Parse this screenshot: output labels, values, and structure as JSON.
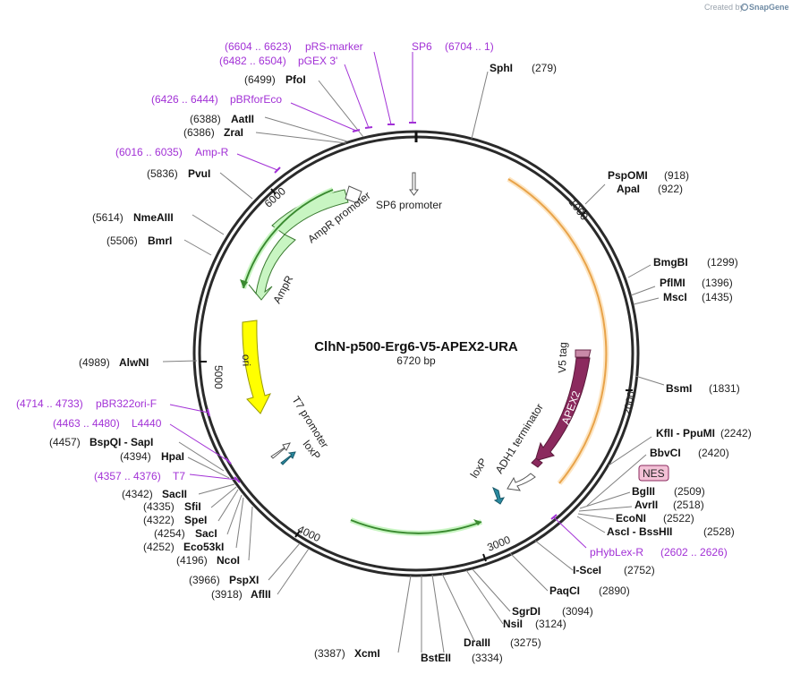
{
  "map": {
    "name": "ClhN-p500-Erg6-V5-APEX2-URA",
    "length_label": "6720 bp",
    "length": 6720
  },
  "credit": {
    "prefix": "Created by",
    "brand": "SnapGene"
  },
  "tick_labels": [
    "1000",
    "2000",
    "3000",
    "4000",
    "5000",
    "6000"
  ],
  "enzymes": [
    {
      "name": "SphI",
      "pos": "(279)",
      "site": 279
    },
    {
      "name": "PspOMI",
      "pos": "(918)",
      "site": 918
    },
    {
      "name": "ApaI",
      "pos": "(922)",
      "site": 922
    },
    {
      "name": "BmgBI",
      "pos": "(1299)",
      "site": 1299
    },
    {
      "name": "PflMI",
      "pos": "(1396)",
      "site": 1396
    },
    {
      "name": "MscI",
      "pos": "(1435)",
      "site": 1435
    },
    {
      "name": "BsmI",
      "pos": "(1831)",
      "site": 1831
    },
    {
      "name": "KflI - PpuMI",
      "pos": "(2242)",
      "site": 2242
    },
    {
      "name": "BbvCI",
      "pos": "(2420)",
      "site": 2420
    },
    {
      "name": "BglII",
      "pos": "(2509)",
      "site": 2509
    },
    {
      "name": "AvrII",
      "pos": "(2518)",
      "site": 2518
    },
    {
      "name": "EcoNI",
      "pos": "(2522)",
      "site": 2522
    },
    {
      "name": "AscI - BssHII",
      "pos": "(2528)",
      "site": 2528
    },
    {
      "name": "I-SceI",
      "pos": "(2752)",
      "site": 2752
    },
    {
      "name": "PaqCI",
      "pos": "(2890)",
      "site": 2890
    },
    {
      "name": "SgrDI",
      "pos": "(3094)",
      "site": 3094
    },
    {
      "name": "NsiI",
      "pos": "(3124)",
      "site": 3124
    },
    {
      "name": "DraIII",
      "pos": "(3275)",
      "site": 3275
    },
    {
      "name": "BstEII",
      "pos": "(3334)",
      "site": 3334
    },
    {
      "name": "XcmI",
      "pos": "(3387)",
      "site": 3387
    },
    {
      "name": "AflII",
      "pos": "(3918)",
      "site": 3918
    },
    {
      "name": "PspXI",
      "pos": "(3966)",
      "site": 3966
    },
    {
      "name": "NcoI",
      "pos": "(4196)",
      "site": 4196
    },
    {
      "name": "Eco53kI",
      "pos": "(4252)",
      "site": 4252
    },
    {
      "name": "SacI",
      "pos": "(4254)",
      "site": 4254
    },
    {
      "name": "SpeI",
      "pos": "(4322)",
      "site": 4322
    },
    {
      "name": "SfiI",
      "pos": "(4335)",
      "site": 4335
    },
    {
      "name": "SacII",
      "pos": "(4342)",
      "site": 4342
    },
    {
      "name": "HpaI",
      "pos": "(4394)",
      "site": 4394
    },
    {
      "name": "BspQI - SapI",
      "pos": "(4457)",
      "site": 4457
    },
    {
      "name": "AlwNI",
      "pos": "(4989)",
      "site": 4989
    },
    {
      "name": "BmrI",
      "pos": "(5506)",
      "site": 5506
    },
    {
      "name": "NmeAIII",
      "pos": "(5614)",
      "site": 5614
    },
    {
      "name": "PvuI",
      "pos": "(5836)",
      "site": 5836
    },
    {
      "name": "ZraI",
      "pos": "(6386)",
      "site": 6386
    },
    {
      "name": "AatII",
      "pos": "(6388)",
      "site": 6388
    },
    {
      "name": "PfoI",
      "pos": "(6499)",
      "site": 6499
    }
  ],
  "primers": [
    {
      "name": "SP6",
      "range": "(6704 .. 1)",
      "start": 6704,
      "end": 1
    },
    {
      "name": "pRS-marker",
      "range": "(6604 .. 6623)",
      "start": 6604,
      "end": 6623
    },
    {
      "name": "pGEX 3'",
      "range": "(6482 .. 6504)",
      "start": 6482,
      "end": 6504
    },
    {
      "name": "pBRforEco",
      "range": "(6426 .. 6444)",
      "start": 6426,
      "end": 6444
    },
    {
      "name": "Amp-R",
      "range": "(6016 .. 6035)",
      "start": 6016,
      "end": 6035
    },
    {
      "name": "pBR322ori-F",
      "range": "(4714 .. 4733)",
      "start": 4714,
      "end": 4733
    },
    {
      "name": "L4440",
      "range": "(4463 .. 4480)",
      "start": 4463,
      "end": 4480
    },
    {
      "name": "T7",
      "range": "(4357 .. 4376)",
      "start": 4357,
      "end": 4376
    },
    {
      "name": "pHybLex-R",
      "range": "(2602 .. 2626)",
      "start": 2602,
      "end": 2626
    }
  ],
  "features": [
    {
      "name": "SP6 promoter",
      "type": "promoter"
    },
    {
      "name": "AmpR promoter",
      "type": "promoter"
    },
    {
      "name": "AmpR",
      "type": "gene"
    },
    {
      "name": "ori",
      "type": "origin"
    },
    {
      "name": "T7 promoter",
      "type": "promoter"
    },
    {
      "name": "loxP",
      "type": "site"
    },
    {
      "name": "loxP",
      "type": "site"
    },
    {
      "name": "ADH1 terminator",
      "type": "terminator"
    },
    {
      "name": "V5 tag",
      "type": "tag"
    },
    {
      "name": "APEX2",
      "type": "gene"
    },
    {
      "name": "NES",
      "type": "signal"
    }
  ],
  "colors": {
    "backbone": "#2a2a2a",
    "primer": "#a231d6",
    "insert_arc": "#e8a34a",
    "amp_fill": "#c8f5c2",
    "ori_fill": "#ffff00",
    "apex_fill": "#8b2a5e",
    "loxp_fill": "#2a8aa0",
    "nes_fill": "#f3c1d6"
  }
}
